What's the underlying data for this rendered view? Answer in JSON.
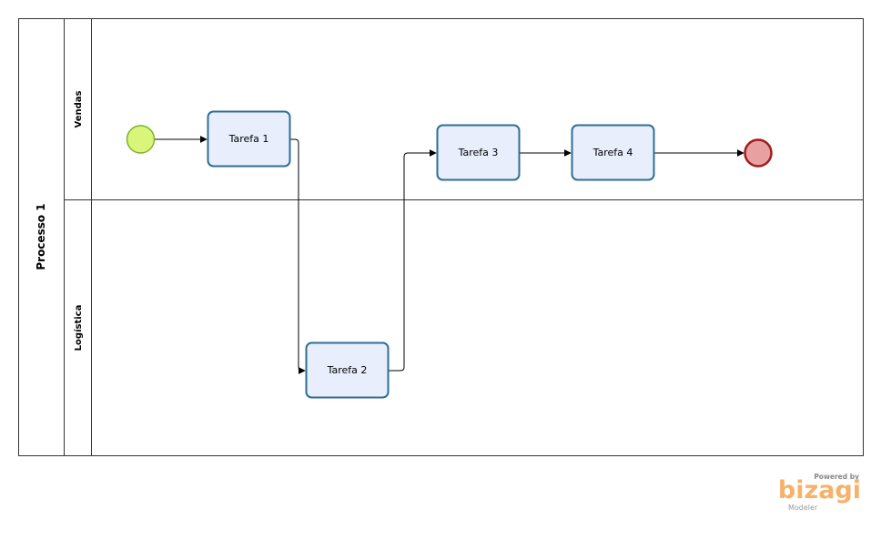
{
  "pool": {
    "label": "Processo 1"
  },
  "lanes": [
    {
      "label": "Vendas"
    },
    {
      "label": "Logística"
    }
  ],
  "tasks": [
    {
      "id": "t1",
      "label": "Tarefa 1"
    },
    {
      "id": "t2",
      "label": "Tarefa 2"
    },
    {
      "id": "t3",
      "label": "Tarefa 3"
    },
    {
      "id": "t4",
      "label": "Tarefa 4"
    }
  ],
  "events": {
    "start": {
      "type": "start-event",
      "color": "#d9f57a"
    },
    "end": {
      "type": "end-event",
      "color": "#e8a0a0"
    }
  },
  "colors": {
    "task_fill": "#e8eefc",
    "task_stroke": "#2e6e96",
    "start_stroke": "#7db32a",
    "end_stroke": "#a01d1d",
    "watermark": "#f6b26b"
  },
  "watermark": {
    "powered_by": "Powered by",
    "brand": "bizagi",
    "product": "Modeler"
  }
}
